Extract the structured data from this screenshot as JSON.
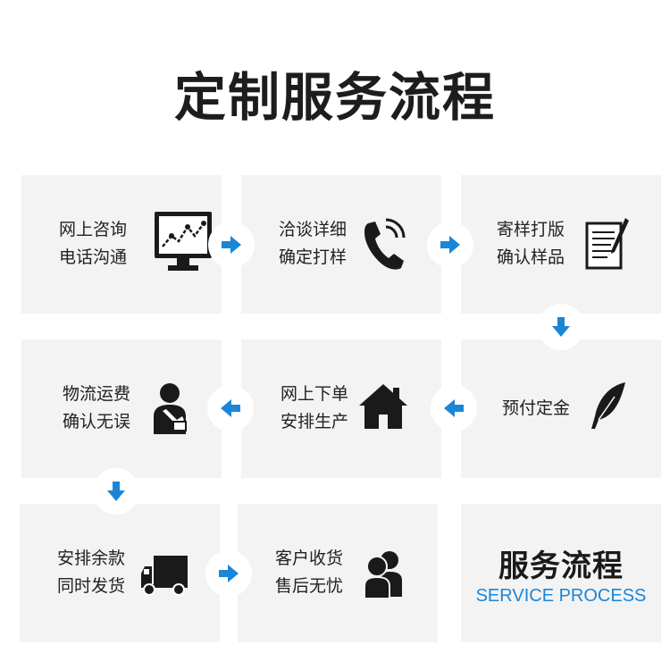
{
  "title": "定制服务流程",
  "steps": [
    {
      "line1": "网上咨询",
      "line2": "电话沟通",
      "icon": "monitor-chart-icon"
    },
    {
      "line1": "洽谈详细",
      "line2": "确定打样",
      "icon": "phone-icon"
    },
    {
      "line1": "寄样打版",
      "line2": "确认样品",
      "icon": "document-pen-icon"
    },
    {
      "line1": "预付定金",
      "icon": "feather-quill-icon"
    },
    {
      "line1": "网上下单",
      "line2": "安排生产",
      "icon": "house-icon"
    },
    {
      "line1": "物流运费",
      "line2": "确认无误",
      "icon": "person-icon"
    },
    {
      "line1": "安排余款",
      "line2": "同时发货",
      "icon": "truck-icon"
    },
    {
      "line1": "客户收货",
      "line2": "售后无忧",
      "icon": "users-icon"
    }
  ],
  "brand": {
    "title": "服务流程",
    "subtitle": "SERVICE PROCESS"
  },
  "colors": {
    "accent": "#1a86d8",
    "card": "#f3f3f3",
    "icon": "#1a1a1a"
  }
}
